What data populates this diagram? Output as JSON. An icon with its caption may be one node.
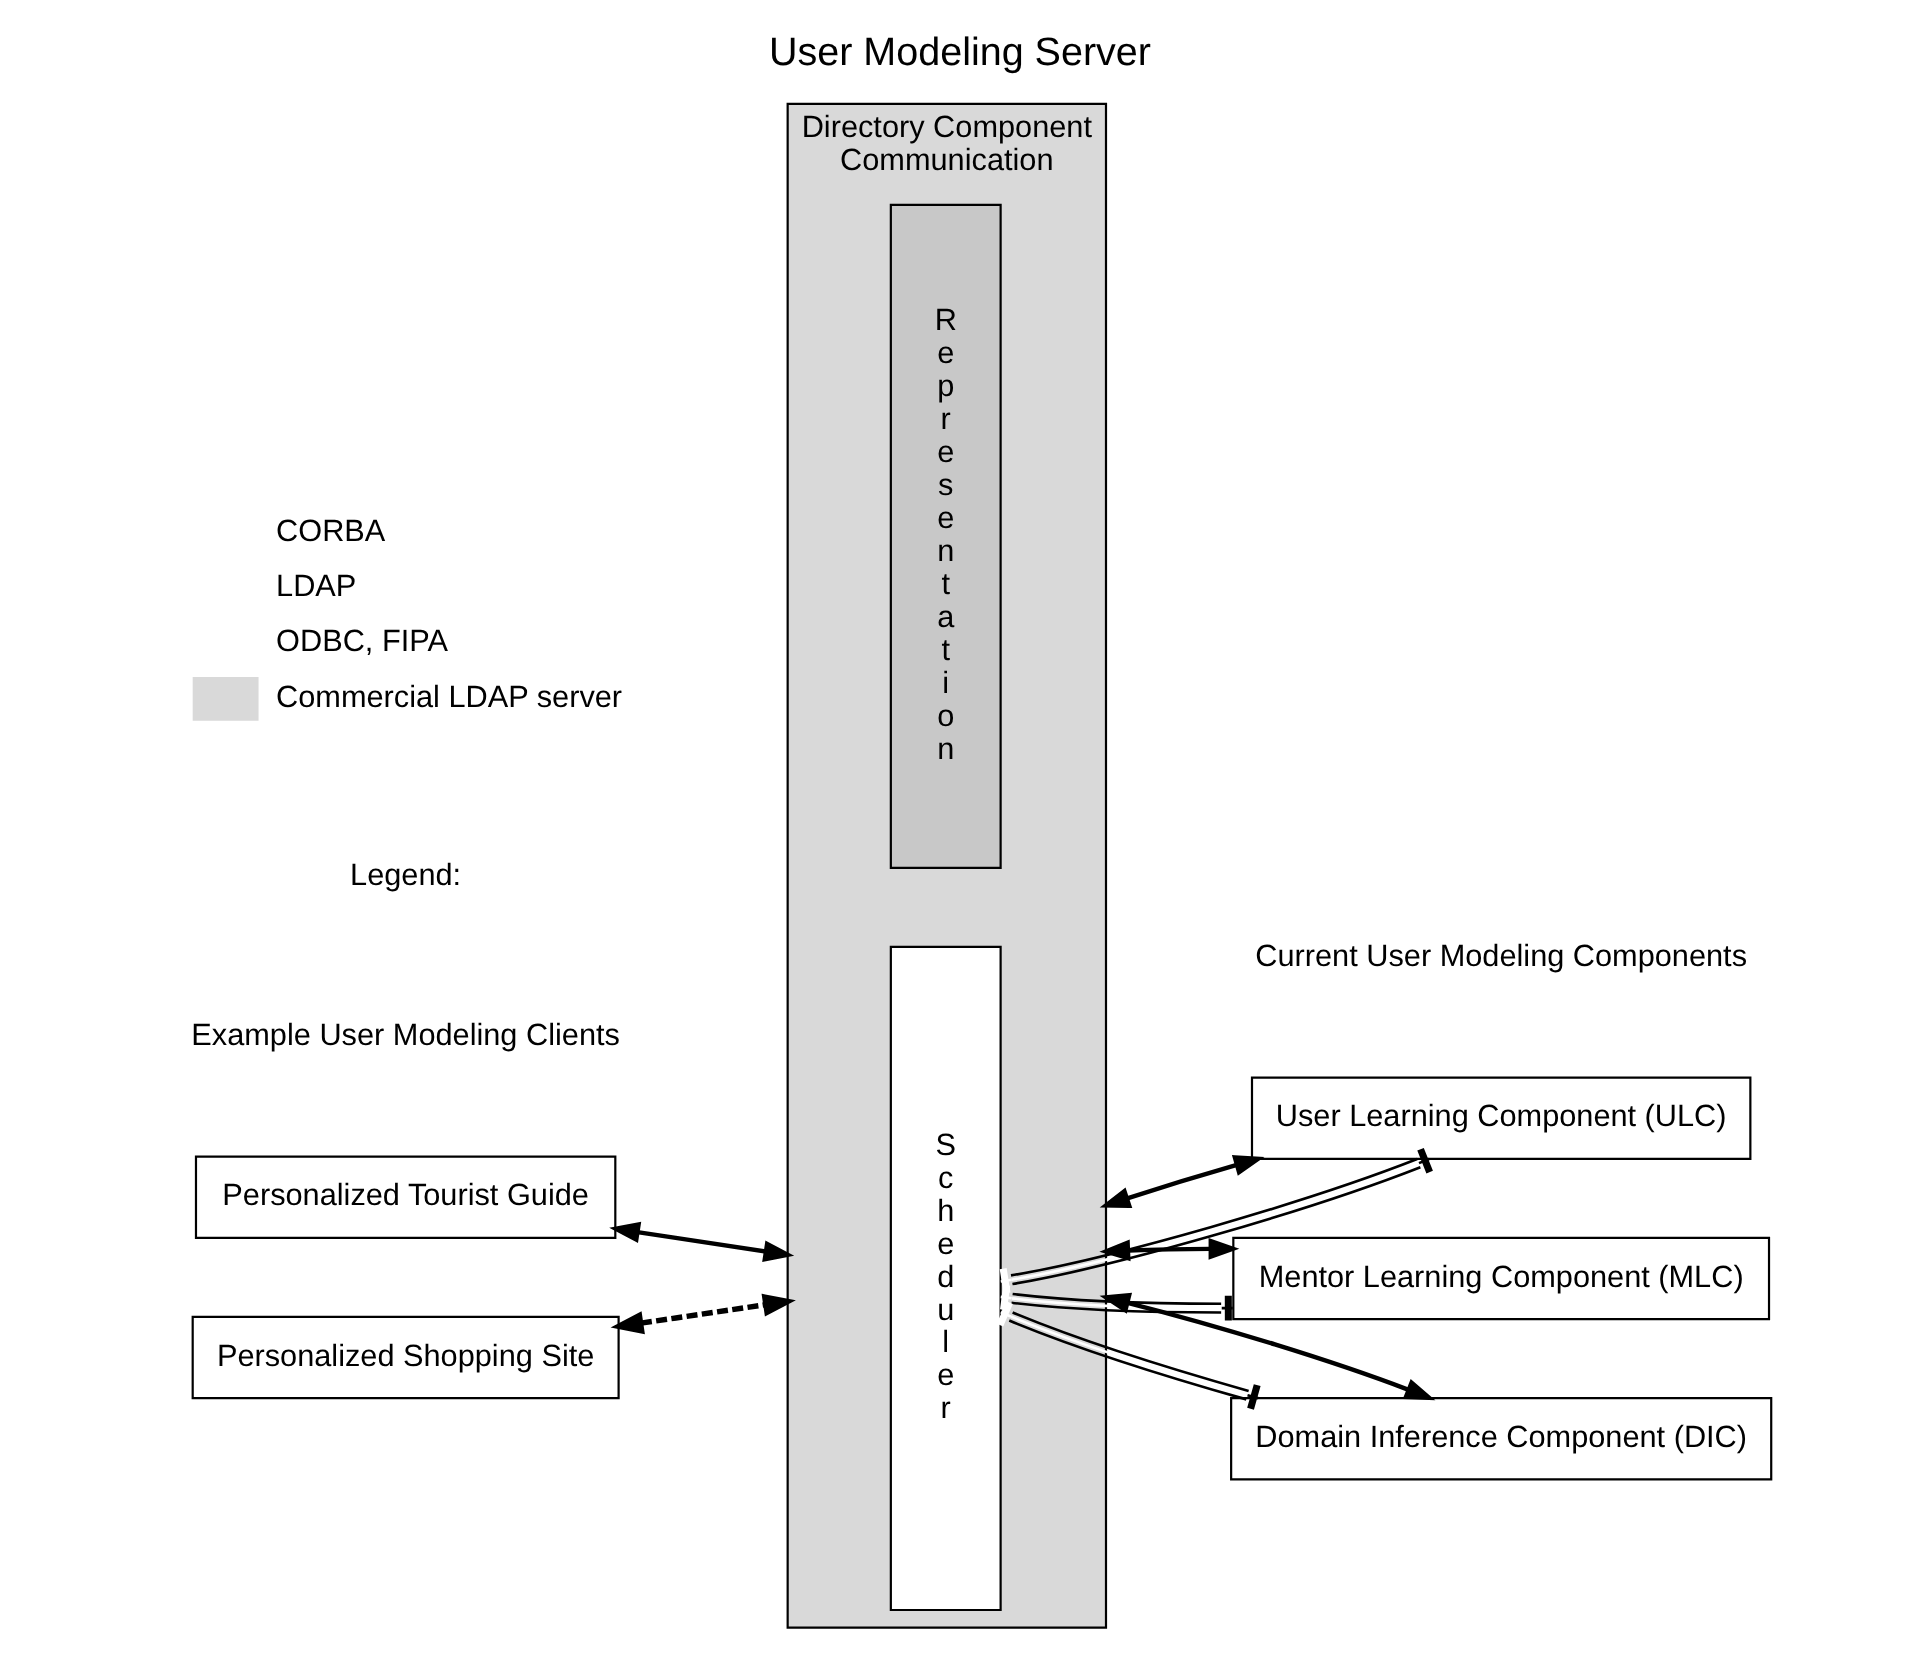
{
  "diagram": {
    "title": "User Modeling Server",
    "nodes": [
      {
        "text": [
          "Personalized Tourist Guide"
        ]
      },
      {
        "text": [
          "Personalized Shopping Site"
        ]
      },
      {
        "text": [
          "Directory Component",
          "Communication"
        ]
      },
      {
        "text": [
          "Representation"
        ],
        "in": 2
      },
      {
        "text": [
          "Scheduler"
        ],
        "in": 2
      },
      {
        "text": [
          "User Learning Component (ULC)"
        ]
      },
      {
        "text": [
          "Mentor Learning Component (MLC)"
        ]
      },
      {
        "text": [
          "Domain Inference Component (DIC)"
        ]
      }
    ],
    "edges": [
      {
        "from": 0,
        "to": 2,
        "arrow": "both"
      },
      {
        "from": 1,
        "to": 2,
        "arrow": "both",
        "style": "dashed"
      },
      {
        "from": 4,
        "to": 5,
        "arrow": "other"
      },
      {
        "from": 2,
        "to": 5,
        "arrow": "both"
      },
      {
        "from": 4,
        "to": 6,
        "arrow": "other"
      },
      {
        "from": 2,
        "to": 6,
        "arrow": "both"
      },
      {
        "from": 4,
        "to": 7,
        "arrow": "other"
      },
      {
        "from": 2,
        "to": 7,
        "arrow": "both"
      }
    ],
    "labels": [
      "Example User Modeling Clients",
      "Current User Modeling Components",
      "Legend:"
    ],
    "legend": [
      {
        "text": "CORBA"
      },
      {
        "text": "LDAP"
      },
      {
        "text": "ODBC, FIPA"
      },
      {
        "text": "Commercial LDAP server",
        "color": "#d9d9d9"
      }
    ]
  }
}
